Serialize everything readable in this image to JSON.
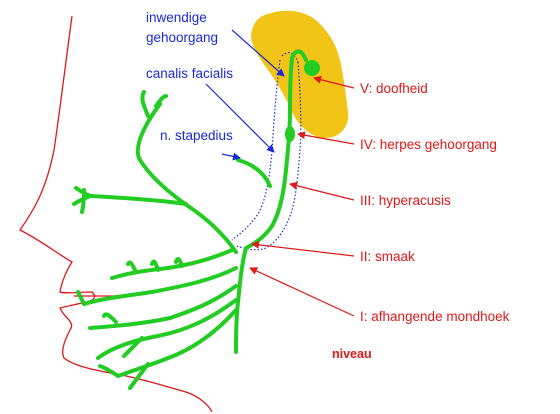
{
  "labels_blue": {
    "inwendige_line1": "inwendige",
    "inwendige_line2": "gehoorgang",
    "canalis_facialis": "canalis facialis",
    "n_stapedius": "n. stapedius"
  },
  "labels_red": {
    "level_v": "V: doofheid",
    "level_iv": "IV: herpes gehoorgang",
    "level_iii": "III: hyperacusis",
    "level_ii": "II: smaak",
    "level_i": "I: afhangende mondhoek"
  },
  "niveau": "niveau",
  "colors": {
    "nerve": "#22cc22",
    "face_outline": "#e01818",
    "canal": "#1a2ad6",
    "ear_region": "#f2c418",
    "label_blue": "#1a2ad6",
    "label_red": "#e01818"
  }
}
